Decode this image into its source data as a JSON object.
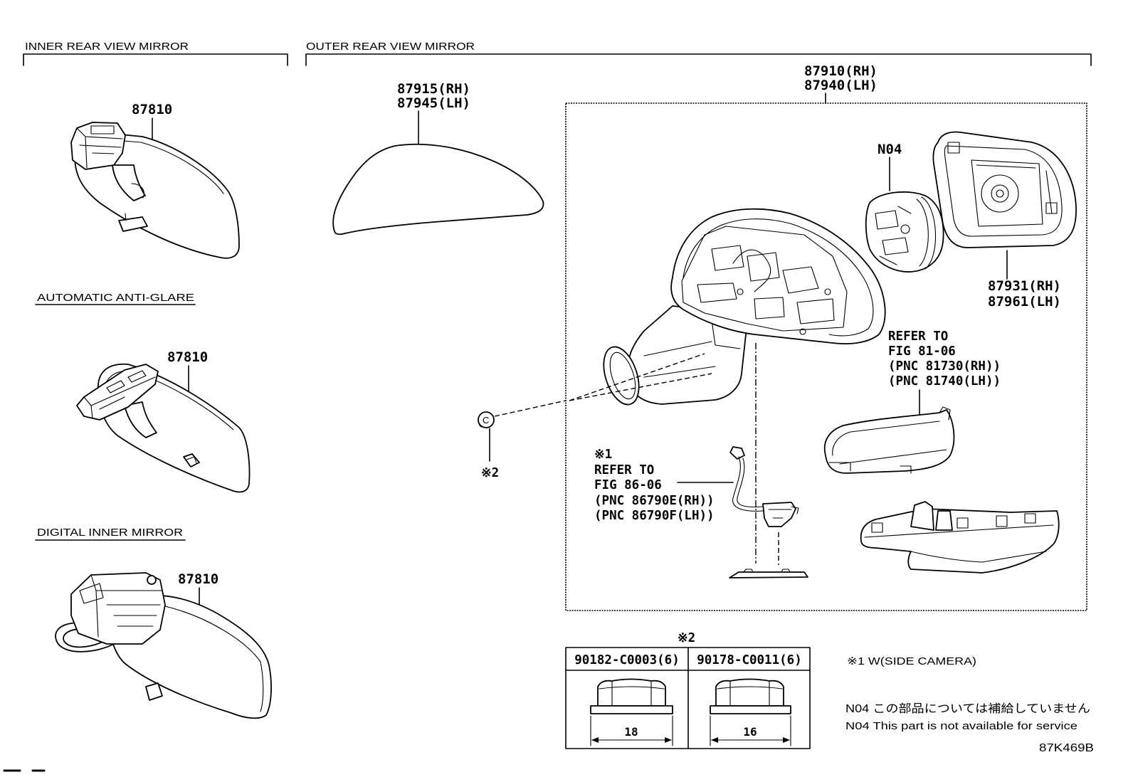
{
  "sections": {
    "inner_title": "INNER REAR VIEW MIRROR",
    "outer_title": "OUTER REAR VIEW MIRROR"
  },
  "inner_mirrors": [
    {
      "part_no": "87810"
    },
    {
      "variant": "AUTOMATIC ANTI-GLARE",
      "part_no": "87810"
    },
    {
      "variant": "DIGITAL INNER MIRROR",
      "part_no": "87810"
    }
  ],
  "outer": {
    "cover": {
      "rh": "87915(RH)",
      "lh": "87945(LH)"
    },
    "assembly": {
      "rh": "87910(RH)",
      "lh": "87940(LH)"
    },
    "actuator": {
      "code": "N04"
    },
    "mirror_glass": {
      "rh": "87931(RH)",
      "lh": "87961(LH)"
    },
    "turn_signal_ref": [
      "REFER TO",
      "FIG 81-06",
      "(PNC 81730(RH))",
      "(PNC 81740(LH))"
    ],
    "camera_ref": {
      "mark": "※1",
      "lines": [
        "REFER TO",
        "FIG 86-06",
        "(PNC 86790E(RH))",
        "(PNC 86790F(LH))"
      ]
    },
    "clip": {
      "letter": "C",
      "mark": "※2"
    }
  },
  "fastener_table": {
    "mark": "※2",
    "items": [
      {
        "part_no": "90182-C0003(6)",
        "size": "18"
      },
      {
        "part_no": "90178-C0011(6)",
        "size": "16"
      }
    ]
  },
  "notes": [
    "※1 W(SIDE CAMERA)",
    "N04 この部品については補給していません",
    "N04 This part is not available for service"
  ],
  "figure_code": "87K469B",
  "colors": {
    "line": "#000000",
    "background": "#ffffff"
  }
}
